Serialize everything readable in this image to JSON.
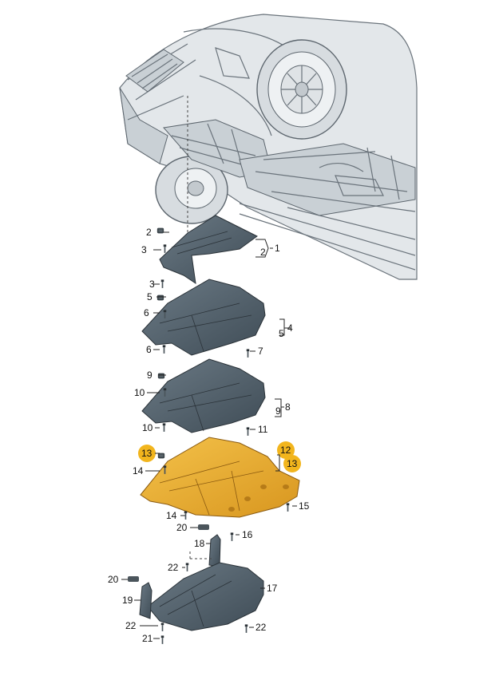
{
  "colors": {
    "panel_fill": "#4e5d68",
    "panel_edge": "#2a3238",
    "highlight_fill": "#e9ad2e",
    "highlight_edge": "#8a5a10",
    "badge": "#f2b51d"
  },
  "labels": {
    "l1": "1",
    "l2": "2",
    "l2b": "2",
    "l3a": "3",
    "l3b": "3",
    "l4": "4",
    "l5a": "5",
    "l5b": "5",
    "l6a": "6",
    "l6b": "6",
    "l7": "7",
    "l8": "8",
    "l9a": "9",
    "l9b": "9",
    "l10a": "10",
    "l10b": "10",
    "l11": "11",
    "l12": "12",
    "l13a": "13",
    "l13b": "13",
    "l14a": "14",
    "l14b": "14",
    "l15": "15",
    "l16": "16",
    "l17": "17",
    "l18": "18",
    "l19": "19",
    "l20a": "20",
    "l20b": "20",
    "l21": "21",
    "l22a": "22",
    "l22b": "22",
    "l22c": "22"
  }
}
